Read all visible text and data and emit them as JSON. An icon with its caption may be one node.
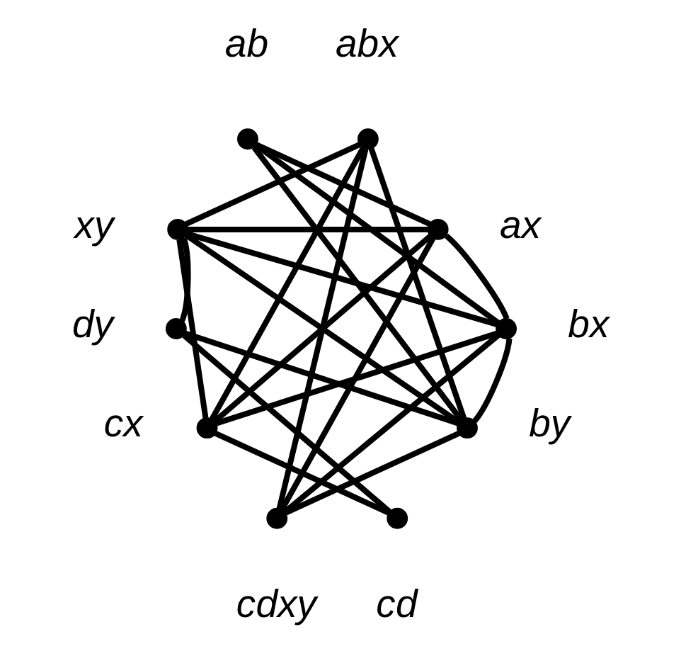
{
  "diagram": {
    "nodes": [
      {
        "text": [],
        "shape": "circle",
        "beside": [
          "ab"
        ]
      },
      {
        "text": [],
        "shape": "circle",
        "beside": [
          "abx"
        ]
      },
      {
        "text": [],
        "shape": "circle",
        "beside": [
          "xy"
        ]
      },
      {
        "text": [],
        "shape": "circle",
        "beside": [
          "ax"
        ]
      },
      {
        "text": [],
        "shape": "circle",
        "beside": [
          "dy"
        ]
      },
      {
        "text": [],
        "shape": "circle",
        "beside": [
          "bx"
        ]
      },
      {
        "text": [],
        "shape": "circle",
        "beside": [
          "cx"
        ]
      },
      {
        "text": [],
        "shape": "circle",
        "beside": [
          "by"
        ]
      },
      {
        "text": [],
        "shape": "circle",
        "beside": [
          "cdxy"
        ]
      },
      {
        "text": [],
        "shape": "circle",
        "beside": [
          "cd"
        ]
      }
    ],
    "edges": [
      {
        "from": 0,
        "to": 3,
        "arrow": "none"
      },
      {
        "from": 0,
        "to": 5,
        "arrow": "none"
      },
      {
        "from": 0,
        "to": 7,
        "arrow": "none"
      },
      {
        "from": 1,
        "to": 2,
        "arrow": "none"
      },
      {
        "from": 1,
        "to": 6,
        "arrow": "none"
      },
      {
        "from": 1,
        "to": 8,
        "arrow": "none"
      },
      {
        "from": 1,
        "to": 7,
        "arrow": "none"
      },
      {
        "from": 2,
        "to": 3,
        "arrow": "none"
      },
      {
        "from": 2,
        "to": 4,
        "arrow": "none"
      },
      {
        "from": 2,
        "to": 6,
        "arrow": "none"
      },
      {
        "from": 2,
        "to": 5,
        "arrow": "none"
      },
      {
        "from": 2,
        "to": 7,
        "arrow": "none"
      },
      {
        "from": 3,
        "to": 5,
        "arrow": "none"
      },
      {
        "from": 3,
        "to": 6,
        "arrow": "none"
      },
      {
        "from": 3,
        "to": 8,
        "arrow": "none"
      },
      {
        "from": 4,
        "to": 7,
        "arrow": "none"
      },
      {
        "from": 4,
        "to": 9,
        "arrow": "none"
      },
      {
        "from": 5,
        "to": 7,
        "arrow": "none"
      },
      {
        "from": 5,
        "to": 6,
        "arrow": "none"
      },
      {
        "from": 5,
        "to": 8,
        "arrow": "none"
      },
      {
        "from": 7,
        "to": 8,
        "arrow": "none"
      },
      {
        "from": 6,
        "to": 9,
        "arrow": "none"
      }
    ]
  }
}
